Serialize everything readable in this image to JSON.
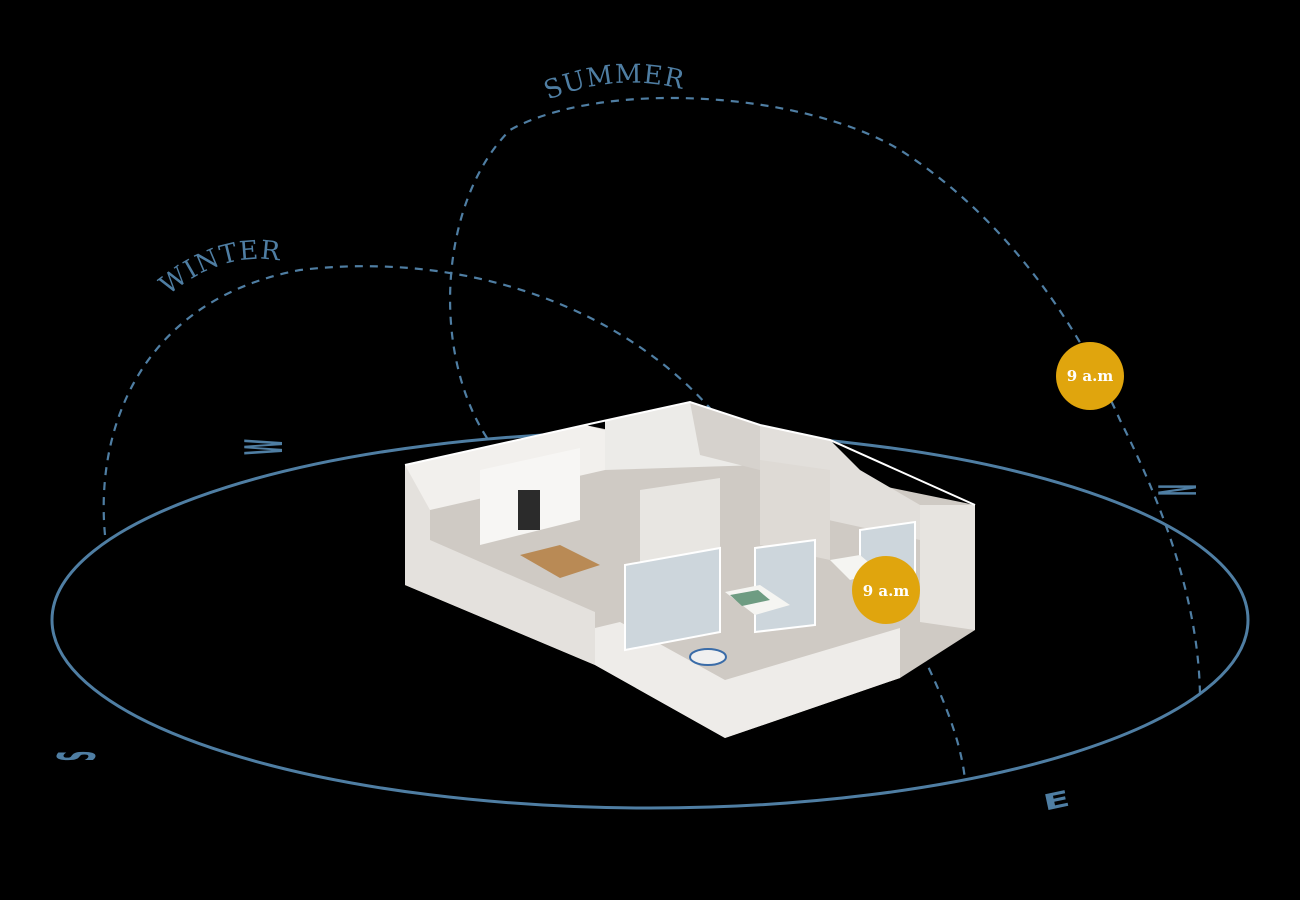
{
  "labels": {
    "summer": "SUMMER",
    "winter": "WINTER"
  },
  "compass": {
    "north": "N",
    "south": "S",
    "east": "E",
    "west": "W"
  },
  "suns": {
    "summer_time": "9 a.m",
    "winter_time": "9 a.m"
  },
  "colors": {
    "background": "#000000",
    "path_blue": "#4f7ea3",
    "sun_gold": "#e0a50d",
    "wall_white": "#e9e7e4",
    "floor_gray": "#cfcac4"
  },
  "icons": {
    "sun": "sun-icon",
    "building": "apartment-3d-model"
  }
}
